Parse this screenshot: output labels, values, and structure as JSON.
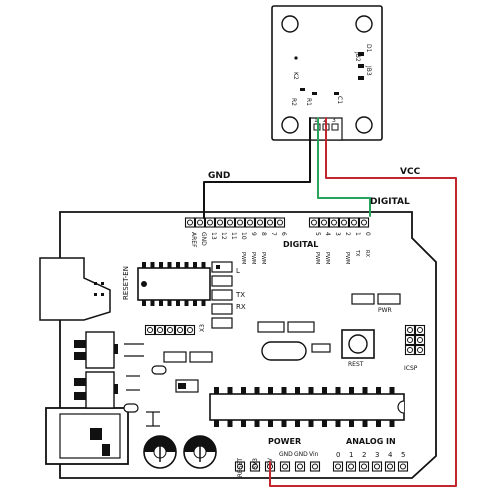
{
  "wire_labels": {
    "gnd": "GND",
    "digital": "DIGITAL",
    "vcc": "VCC"
  },
  "wire_colors": {
    "gnd": "#111111",
    "digital": "#27a35a",
    "vcc": "#c4262e"
  },
  "module": {
    "labels": [
      "K2",
      "R2",
      "R1",
      "C1",
      "D1",
      "JB2",
      "JB3"
    ],
    "pin_labels": [
      "1",
      "2",
      "3"
    ]
  },
  "board": {
    "header_top_label": "DIGITAL",
    "top_pins": [
      "AREF",
      "GND",
      "13",
      "12",
      "11",
      "10",
      "9",
      "8",
      "7",
      "6",
      "5",
      "4",
      "3",
      "2",
      "1",
      "0"
    ],
    "pwm_label": "PWM",
    "tx_arrow_label": "TX",
    "rx_arrow_label": "RX",
    "led_labels": {
      "l": "L",
      "tx": "TX",
      "rx": "RX"
    },
    "pwr_label": "PWR",
    "reset_en": "RESET-EN",
    "x3": "X3",
    "rest": "REST",
    "icsp": "ICSP",
    "power_label": "POWER",
    "power_pins": [
      "RESET",
      "3V3",
      "5V",
      "GND",
      "GND",
      "Vin"
    ],
    "analog_label": "ANALOG IN",
    "analog_pins": [
      "0",
      "1",
      "2",
      "3",
      "4",
      "5"
    ]
  }
}
